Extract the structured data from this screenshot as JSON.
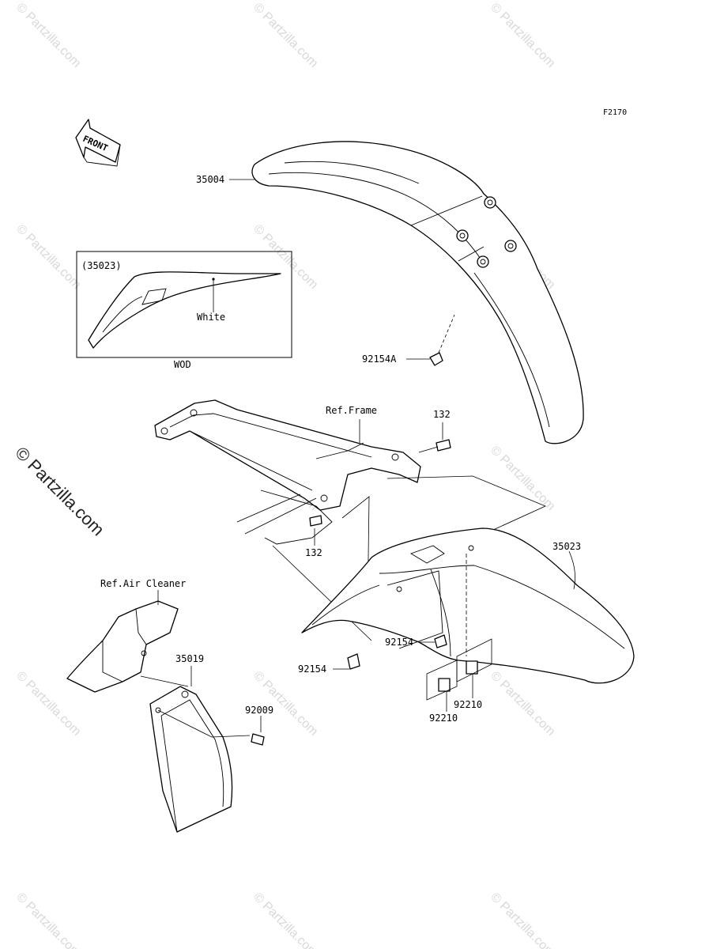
{
  "diagram_code": "F2170",
  "front_arrow_label": "FRONT",
  "watermark_side": "© Partzilla.com",
  "watermark_tile": "© Partzilla.com",
  "inset": {
    "part_ref": "(35023)",
    "color_label": "White",
    "caption": "WOD"
  },
  "callouts": {
    "p35004": "35004",
    "p92154A": "92154A",
    "ref_frame": "Ref.Frame",
    "p132_top": "132",
    "p132_bottom": "132",
    "p35023": "35023",
    "ref_air_cleaner": "Ref.Air Cleaner",
    "p35019": "35019",
    "p92154_right": "92154",
    "p92154_left": "92154",
    "p92009": "92009",
    "p92210_right": "92210",
    "p92210_left": "92210"
  }
}
